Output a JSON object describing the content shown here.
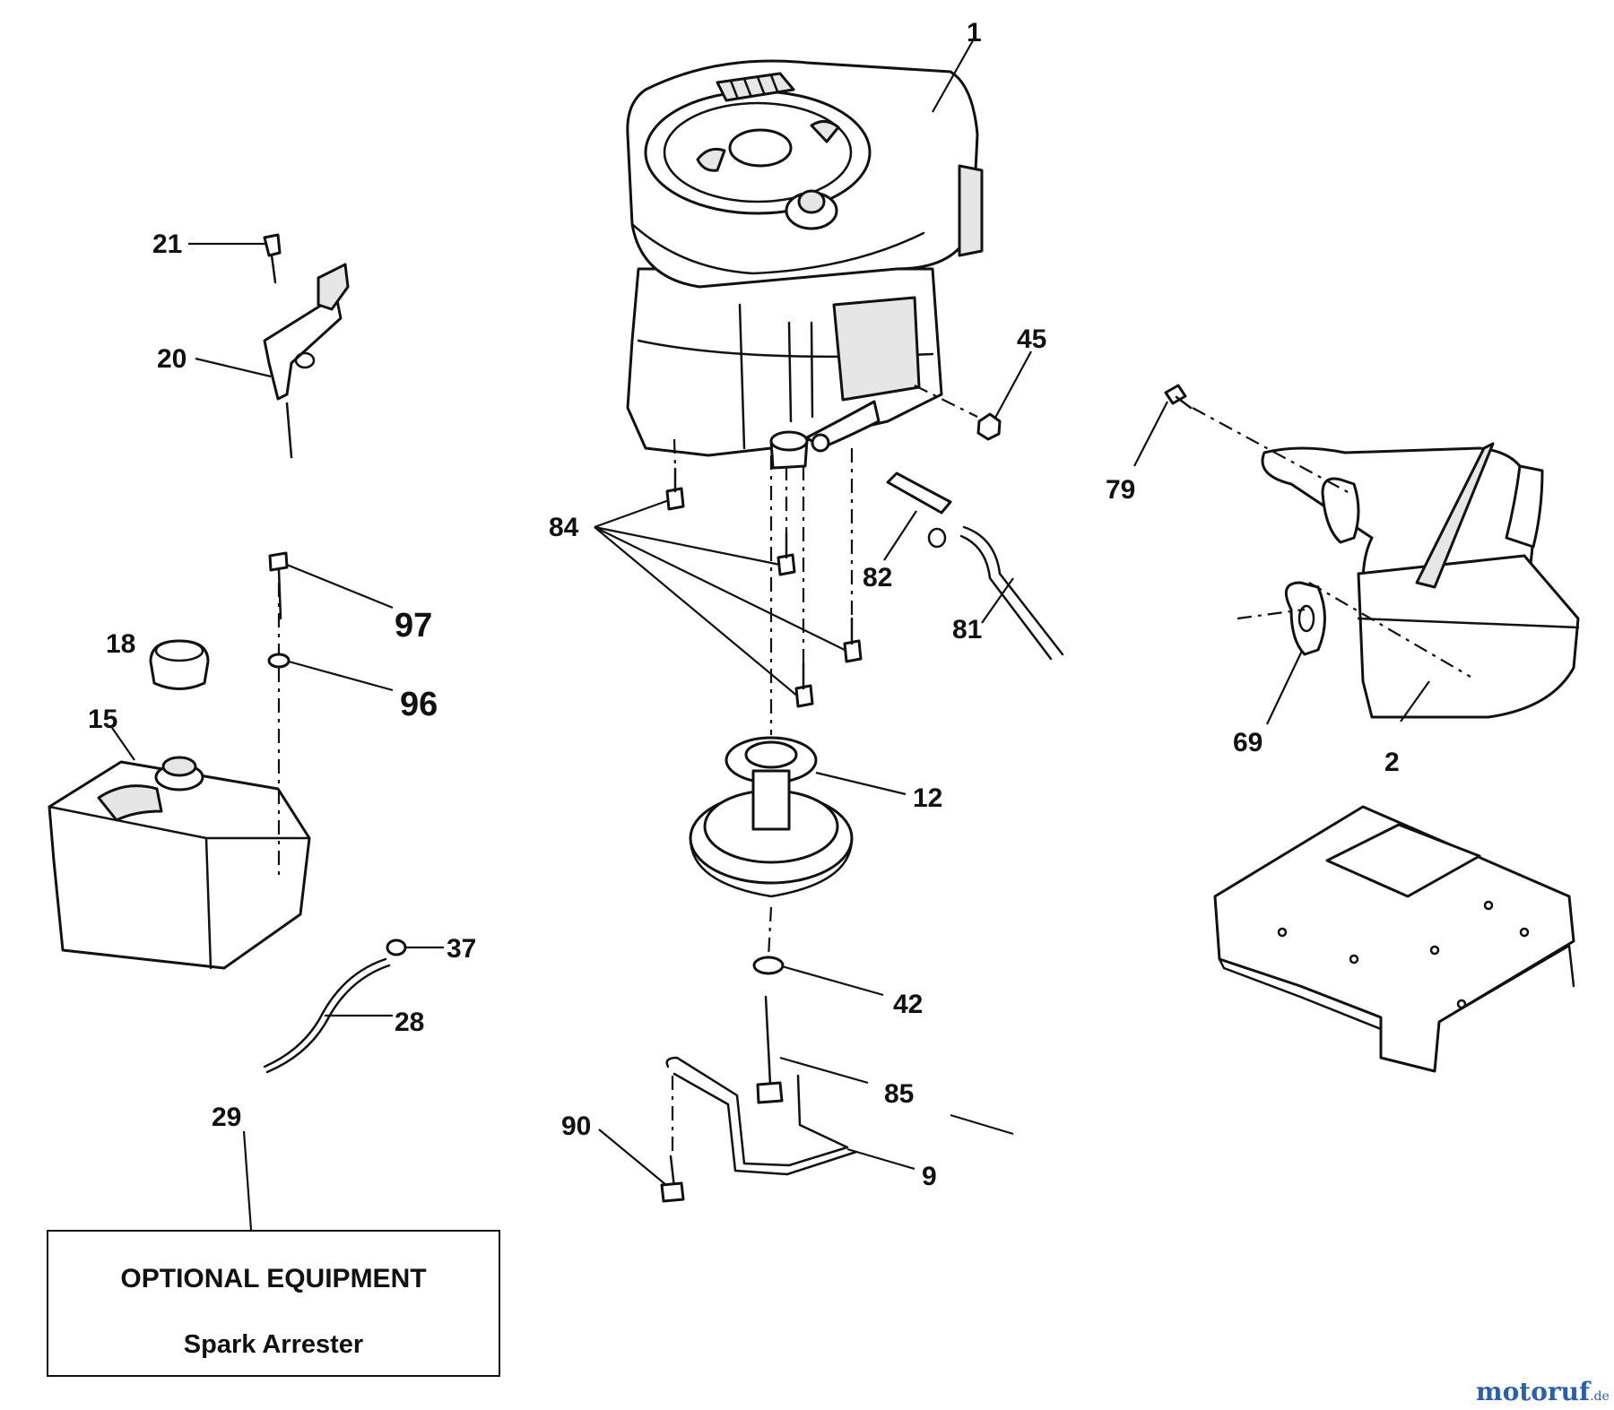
{
  "callouts": {
    "c1": "1",
    "c2": "2",
    "c9": "9",
    "c12": "12",
    "c15": "15",
    "c18": "18",
    "c20": "20",
    "c21": "21",
    "c28": "28",
    "c29": "29",
    "c37": "37",
    "c42": "42",
    "c45": "45",
    "c69": "69",
    "c79": "79",
    "c81": "81",
    "c82": "82",
    "c84": "84",
    "c85": "85",
    "c90": "90",
    "c96": "96",
    "c97": "97"
  },
  "optional_equipment": {
    "title": "OPTIONAL EQUIPMENT",
    "item": "Spark Arrester"
  },
  "watermark": {
    "name": "motoruf",
    "tld": ".de",
    "color": "#2a5fb0"
  }
}
